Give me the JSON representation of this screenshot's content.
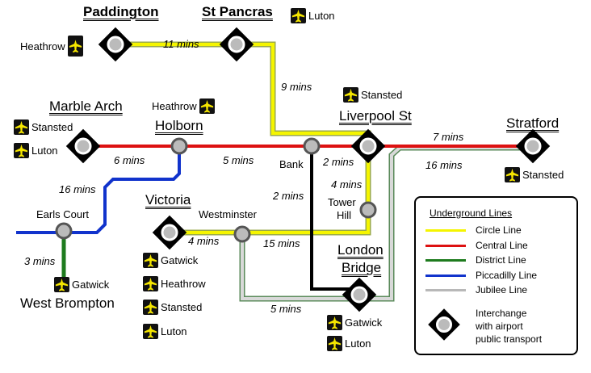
{
  "stations": {
    "paddington": "Paddington",
    "st_pancras": "St Pancras",
    "marble_arch": "Marble Arch",
    "holborn": "Holborn",
    "liverpool_st": "Liverpool St",
    "stratford": "Stratford",
    "victoria": "Victoria",
    "london_bridge_line1": "London",
    "london_bridge_line2": "Bridge",
    "west_brompton": "West Brompton",
    "earls_court": "Earls Court",
    "westminster": "Westminster",
    "bank": "Bank",
    "tower_line1": "Tower",
    "tower_line2": "Hill"
  },
  "journey_times": {
    "paddington_st_pancras": "11 mins",
    "st_pancras_liverpool": "9 mins",
    "marble_holborn": "6 mins",
    "holborn_bank": "5 mins",
    "bank_liverpool": "2 mins",
    "liverpool_stratford": "7 mins",
    "london_bridge_stratford": "16 mins",
    "liverpool_tower": "4 mins",
    "bank_london_bridge": "2 mins",
    "earls_holborn": "16 mins",
    "earls_west_brompton": "3 mins",
    "victoria_westminster": "4 mins",
    "westminster_tower": "15 mins",
    "westminster_london_bridge": "5 mins"
  },
  "airports": {
    "paddington": "Heathrow",
    "st_pancras": "Luton",
    "liverpool_st": "Stansted",
    "holborn": "Heathrow",
    "marble_arch_1": "Stansted",
    "marble_arch_2": "Luton",
    "stratford": "Stansted",
    "west_brompton": "Gatwick",
    "victoria_1": "Gatwick",
    "victoria_2": "Heathrow",
    "victoria_3": "Stansted",
    "victoria_4": "Luton",
    "london_bridge_1": "Gatwick",
    "london_bridge_2": "Luton"
  },
  "legend": {
    "title": "Underground Lines",
    "lines": [
      {
        "name": "Circle Line",
        "color": "#f5f500"
      },
      {
        "name": "Central Line",
        "color": "#dd1111"
      },
      {
        "name": "District Line",
        "color": "#1e7b1e"
      },
      {
        "name": "Piccadilly Line",
        "color": "#1133cc"
      },
      {
        "name": "Jubilee Line",
        "color": "#b8b8b8"
      }
    ],
    "interchange_line1": "Interchange",
    "interchange_line2": "with airport",
    "interchange_line3": "public transport"
  },
  "colors": {
    "circle": "#f5f500",
    "central": "#dd1111",
    "district": "#1e7b1e",
    "piccadilly": "#1133cc",
    "jubilee": "#b8b8b8",
    "northern": "#000000",
    "circle_outline": "#7a9a3a",
    "jubilee_outline": "#5a8a5a"
  }
}
